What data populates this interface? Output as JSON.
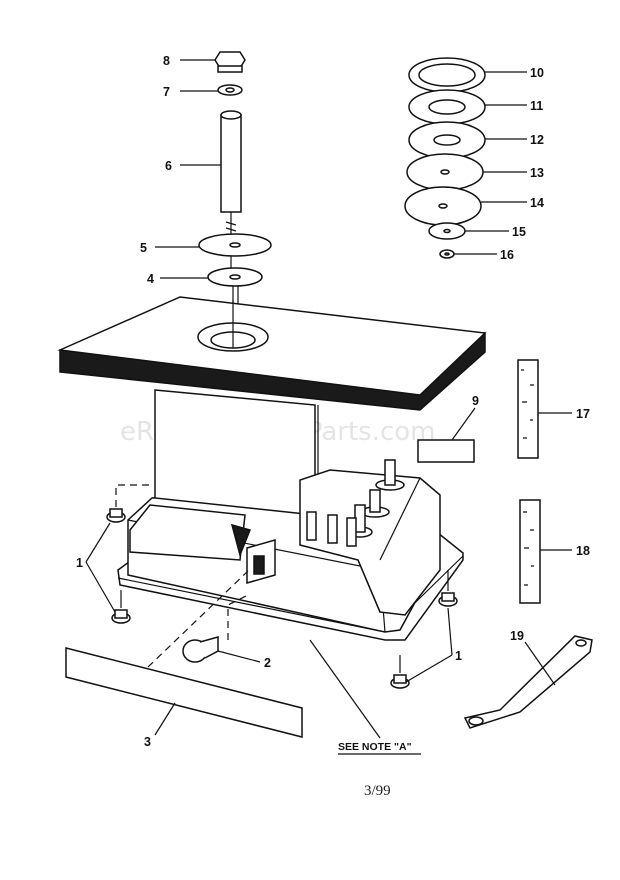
{
  "watermark": "eReplacementParts.com",
  "date_code": "3/99",
  "note": "SEE NOTE \"A\"",
  "callouts": {
    "c1a": "1",
    "c1b": "1",
    "c2": "2",
    "c3": "3",
    "c4": "4",
    "c5": "5",
    "c6": "6",
    "c7": "7",
    "c8": "8",
    "c9": "9",
    "c10": "10",
    "c11": "11",
    "c12": "12",
    "c13": "13",
    "c14": "14",
    "c15": "15",
    "c16": "16",
    "c17": "17",
    "c18": "18",
    "c19": "19"
  }
}
